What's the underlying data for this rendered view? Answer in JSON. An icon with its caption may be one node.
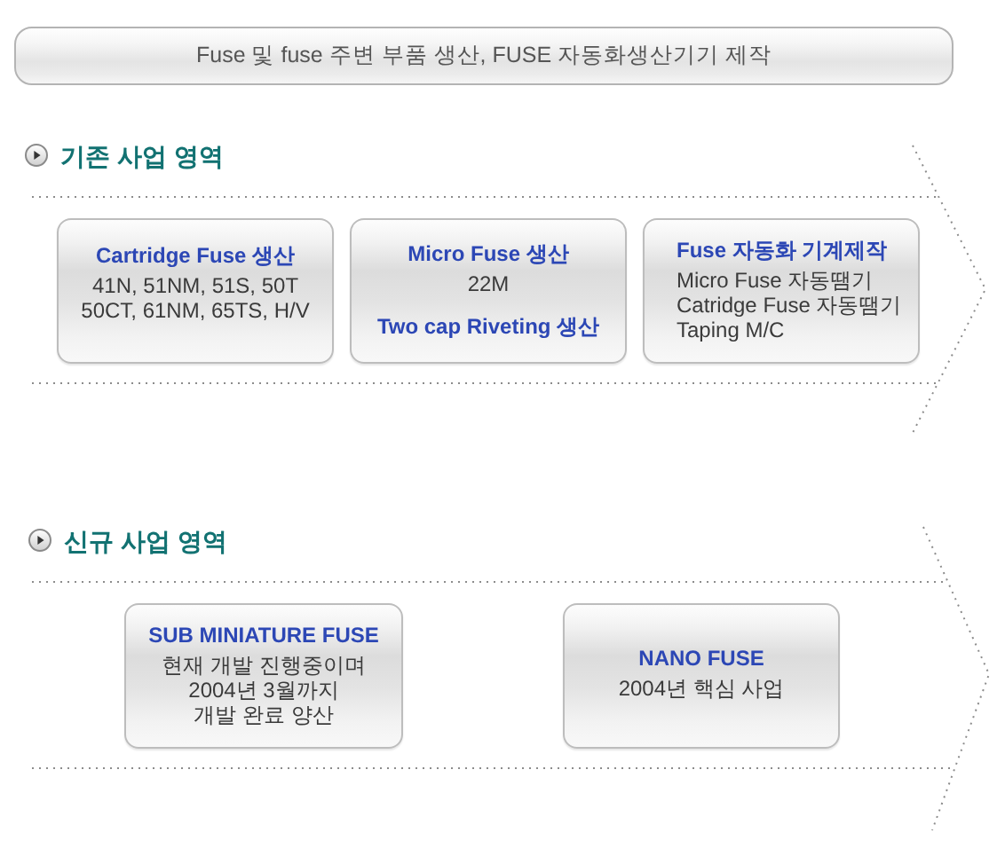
{
  "diagram": {
    "nodes": [
      {
        "text": [
          "Fuse 및 fuse 주변 부품 생산, FUSE 자동화생산기기 제작"
        ]
      },
      {
        "text": [
          "기존 사업 영역"
        ]
      },
      {
        "text": [
          "Cartridge Fuse 생산",
          "41N, 51NM, 51S, 50T 50CT, 61NM, 65TS, H/V"
        ],
        "in": 1
      },
      {
        "text": [
          "Micro Fuse 생산",
          "22M",
          "Two cap Riveting 생산"
        ],
        "in": 1
      },
      {
        "text": [
          "Fuse 자동화 기계제작",
          "Micro Fuse 자동땜기 Catridge Fuse 자동땜기 Taping M/C"
        ],
        "in": 1
      },
      {
        "text": [
          "신규 사업 영역"
        ]
      },
      {
        "text": [
          "SUB MINIATURE FUSE",
          "현재 개발 진행중이며 2004년 3월까지 개발 완료 양산"
        ],
        "in": 5
      },
      {
        "text": [
          "NANO FUSE",
          "2004년 핵심 사업"
        ],
        "in": 5
      }
    ]
  }
}
